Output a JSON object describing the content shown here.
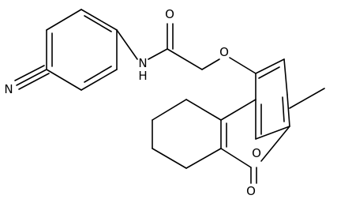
{
  "molecule": {
    "atoms": {
      "cyano_n": "N",
      "amide_n": "N",
      "amide_h": "H",
      "carbonyl_o": "O",
      "ether_o": "O",
      "ring_o": "O",
      "lactone_o": "O"
    }
  },
  "colors": {
    "bond": "#000000",
    "text": "#000000",
    "background": "#ffffff"
  }
}
